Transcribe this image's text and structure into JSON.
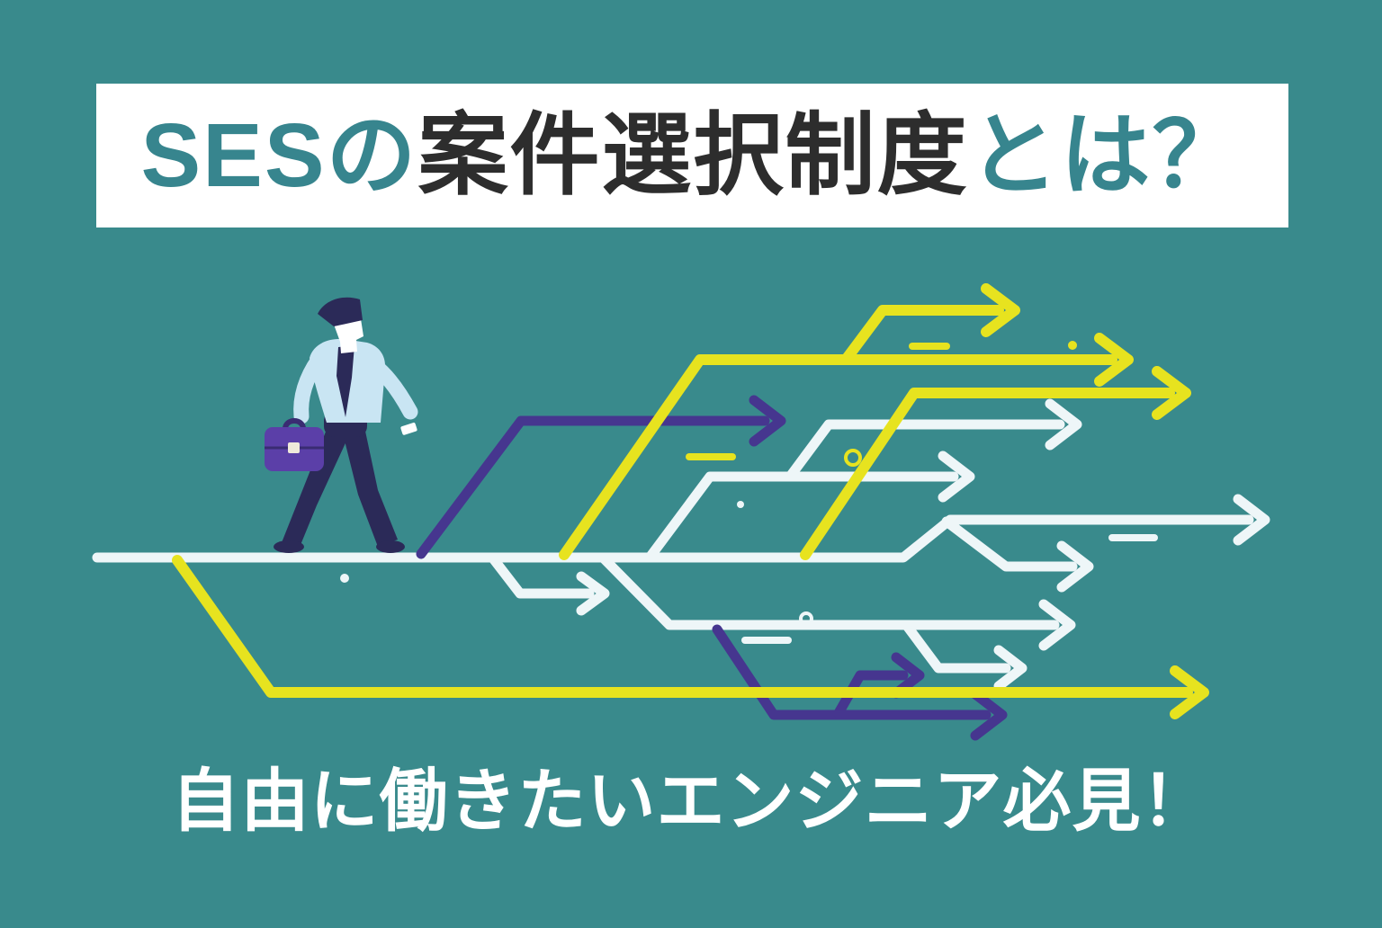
{
  "colors": {
    "background": "#398a8c",
    "banner_bg": "#ffffff",
    "accent_teal": "#37858e",
    "title_dark": "#2d2d2d",
    "white_line": "#eef6f8",
    "yellow": "#e7e31f",
    "purple": "#46368f",
    "navy": "#2b2a58",
    "shirt": "#c9e5f3",
    "briefcase": "#5b3fa8",
    "briefcase_dark": "#3a2c72",
    "clasp": "#efe9da",
    "footer_text_color": "#ffffff"
  },
  "banner": {
    "segments": [
      {
        "text": "SESの",
        "tone": "teal"
      },
      {
        "text": "案件選択制度",
        "tone": "dark"
      },
      {
        "text": "とは？",
        "tone": "teal"
      }
    ],
    "full_title": "SESの案件選択制度とは？"
  },
  "footer": {
    "text": "自由に働きたいエンジニア必見！"
  },
  "illustration": {
    "description": "businessman with briefcase walking on a line that branches into many arrows",
    "groups": [
      {
        "name": "white-lines",
        "colorKey": "white_line",
        "width": 11,
        "lines": [
          "M108,620 L1004,620 L1056,578 L1388,578",
          "M1376,555 L1406,578 L1376,601",
          "M1052,580 L1118,630 L1192,630",
          "M1180,607 L1210,630 L1180,653",
          "M548,621 L578,660 L655,660",
          "M646,641 L672,660 L646,679",
          "M671,621 L744,695 L1172,695",
          "M1160,672 L1190,695 L1160,718",
          "M722,620 L789,530 L1060,530",
          "M1048,507 L1078,530 L1048,553",
          "M878,530 L921,472 L1178,472",
          "M1167,449 L1197,472 L1167,495",
          "M1008,696 L1043,743 L1118,743",
          "M1110,723 L1136,743 L1110,763"
        ],
        "dashes": [
          "M1236,598 L1283,598",
          "M828,712 L876,712"
        ],
        "dots": [
          [
            383,
            643,
            5
          ],
          [
            823,
            561,
            4
          ]
        ],
        "rings": [
          [
            896,
            688,
            6
          ]
        ]
      },
      {
        "name": "purple-arrows",
        "colorKey": "purple",
        "width": 11,
        "lines": [
          "M468,616 L579,468 L850,468",
          "M838,445 L868,468 L838,491",
          "M797,700 L860,795 L1096,795",
          "M1084,772 L1114,795 L1084,818",
          "M932,793 L956,751 L1004,751",
          "M996,731 L1022,751 L996,771"
        ],
        "dashes": [],
        "dots": [],
        "rings": []
      },
      {
        "name": "yellow-arrows",
        "colorKey": "yellow",
        "width": 12,
        "lines": [
          "M197,623 L301,770 L1320,770",
          "M1306,746 L1338,770 L1306,794",
          "M627,617 L778,400 L1236,400",
          "M1222,376 L1254,400 L1222,424",
          "M940,400 L981,345 L1110,345",
          "M1096,321 L1128,345 L1096,369",
          "M895,617 L1016,437 L1300,437",
          "M1286,413 L1318,437 L1286,461"
        ],
        "dashes": [
          "M1014,385 L1052,385",
          "M766,508 L814,508"
        ],
        "dots": [
          [
            1192,
            384,
            5
          ]
        ],
        "rings": [
          [
            948,
            509,
            8
          ]
        ]
      }
    ]
  }
}
